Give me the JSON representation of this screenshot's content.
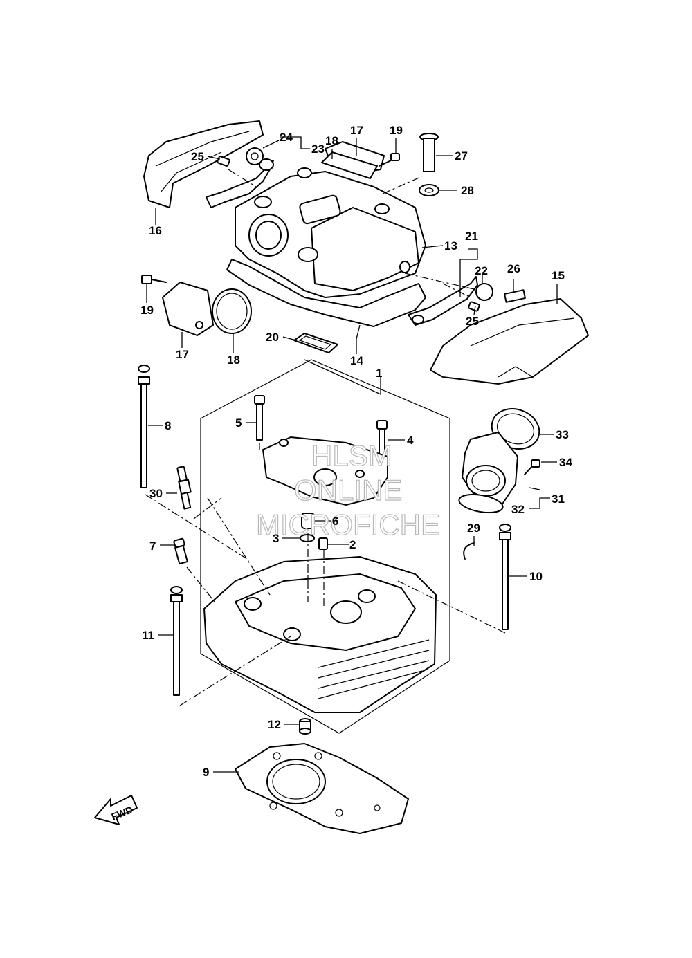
{
  "callouts": [
    {
      "id": "1",
      "label": "1"
    },
    {
      "id": "2",
      "label": "2"
    },
    {
      "id": "3",
      "label": "3"
    },
    {
      "id": "4",
      "label": "4"
    },
    {
      "id": "5",
      "label": "5"
    },
    {
      "id": "6",
      "label": "6"
    },
    {
      "id": "7",
      "label": "7"
    },
    {
      "id": "8",
      "label": "8"
    },
    {
      "id": "9",
      "label": "9"
    },
    {
      "id": "10",
      "label": "10"
    },
    {
      "id": "11",
      "label": "11"
    },
    {
      "id": "12",
      "label": "12"
    },
    {
      "id": "13",
      "label": "13"
    },
    {
      "id": "14",
      "label": "14"
    },
    {
      "id": "15",
      "label": "15"
    },
    {
      "id": "16",
      "label": "16"
    },
    {
      "id": "17a",
      "label": "17"
    },
    {
      "id": "17b",
      "label": "17"
    },
    {
      "id": "18a",
      "label": "18"
    },
    {
      "id": "18b",
      "label": "18"
    },
    {
      "id": "19a",
      "label": "19"
    },
    {
      "id": "19b",
      "label": "19"
    },
    {
      "id": "20",
      "label": "20"
    },
    {
      "id": "21",
      "label": "21"
    },
    {
      "id": "22",
      "label": "22"
    },
    {
      "id": "23",
      "label": "23"
    },
    {
      "id": "24",
      "label": "24"
    },
    {
      "id": "25a",
      "label": "25"
    },
    {
      "id": "25b",
      "label": "25"
    },
    {
      "id": "26",
      "label": "26"
    },
    {
      "id": "27",
      "label": "27"
    },
    {
      "id": "28",
      "label": "28"
    },
    {
      "id": "29",
      "label": "29"
    },
    {
      "id": "30",
      "label": "30"
    },
    {
      "id": "31",
      "label": "31"
    },
    {
      "id": "32",
      "label": "32"
    },
    {
      "id": "33",
      "label": "33"
    },
    {
      "id": "34",
      "label": "34"
    }
  ],
  "watermark": {
    "line1": "HLSM",
    "line2": "ONLINE",
    "line3": "MICROFICHE"
  },
  "fwd_label": "FWD"
}
